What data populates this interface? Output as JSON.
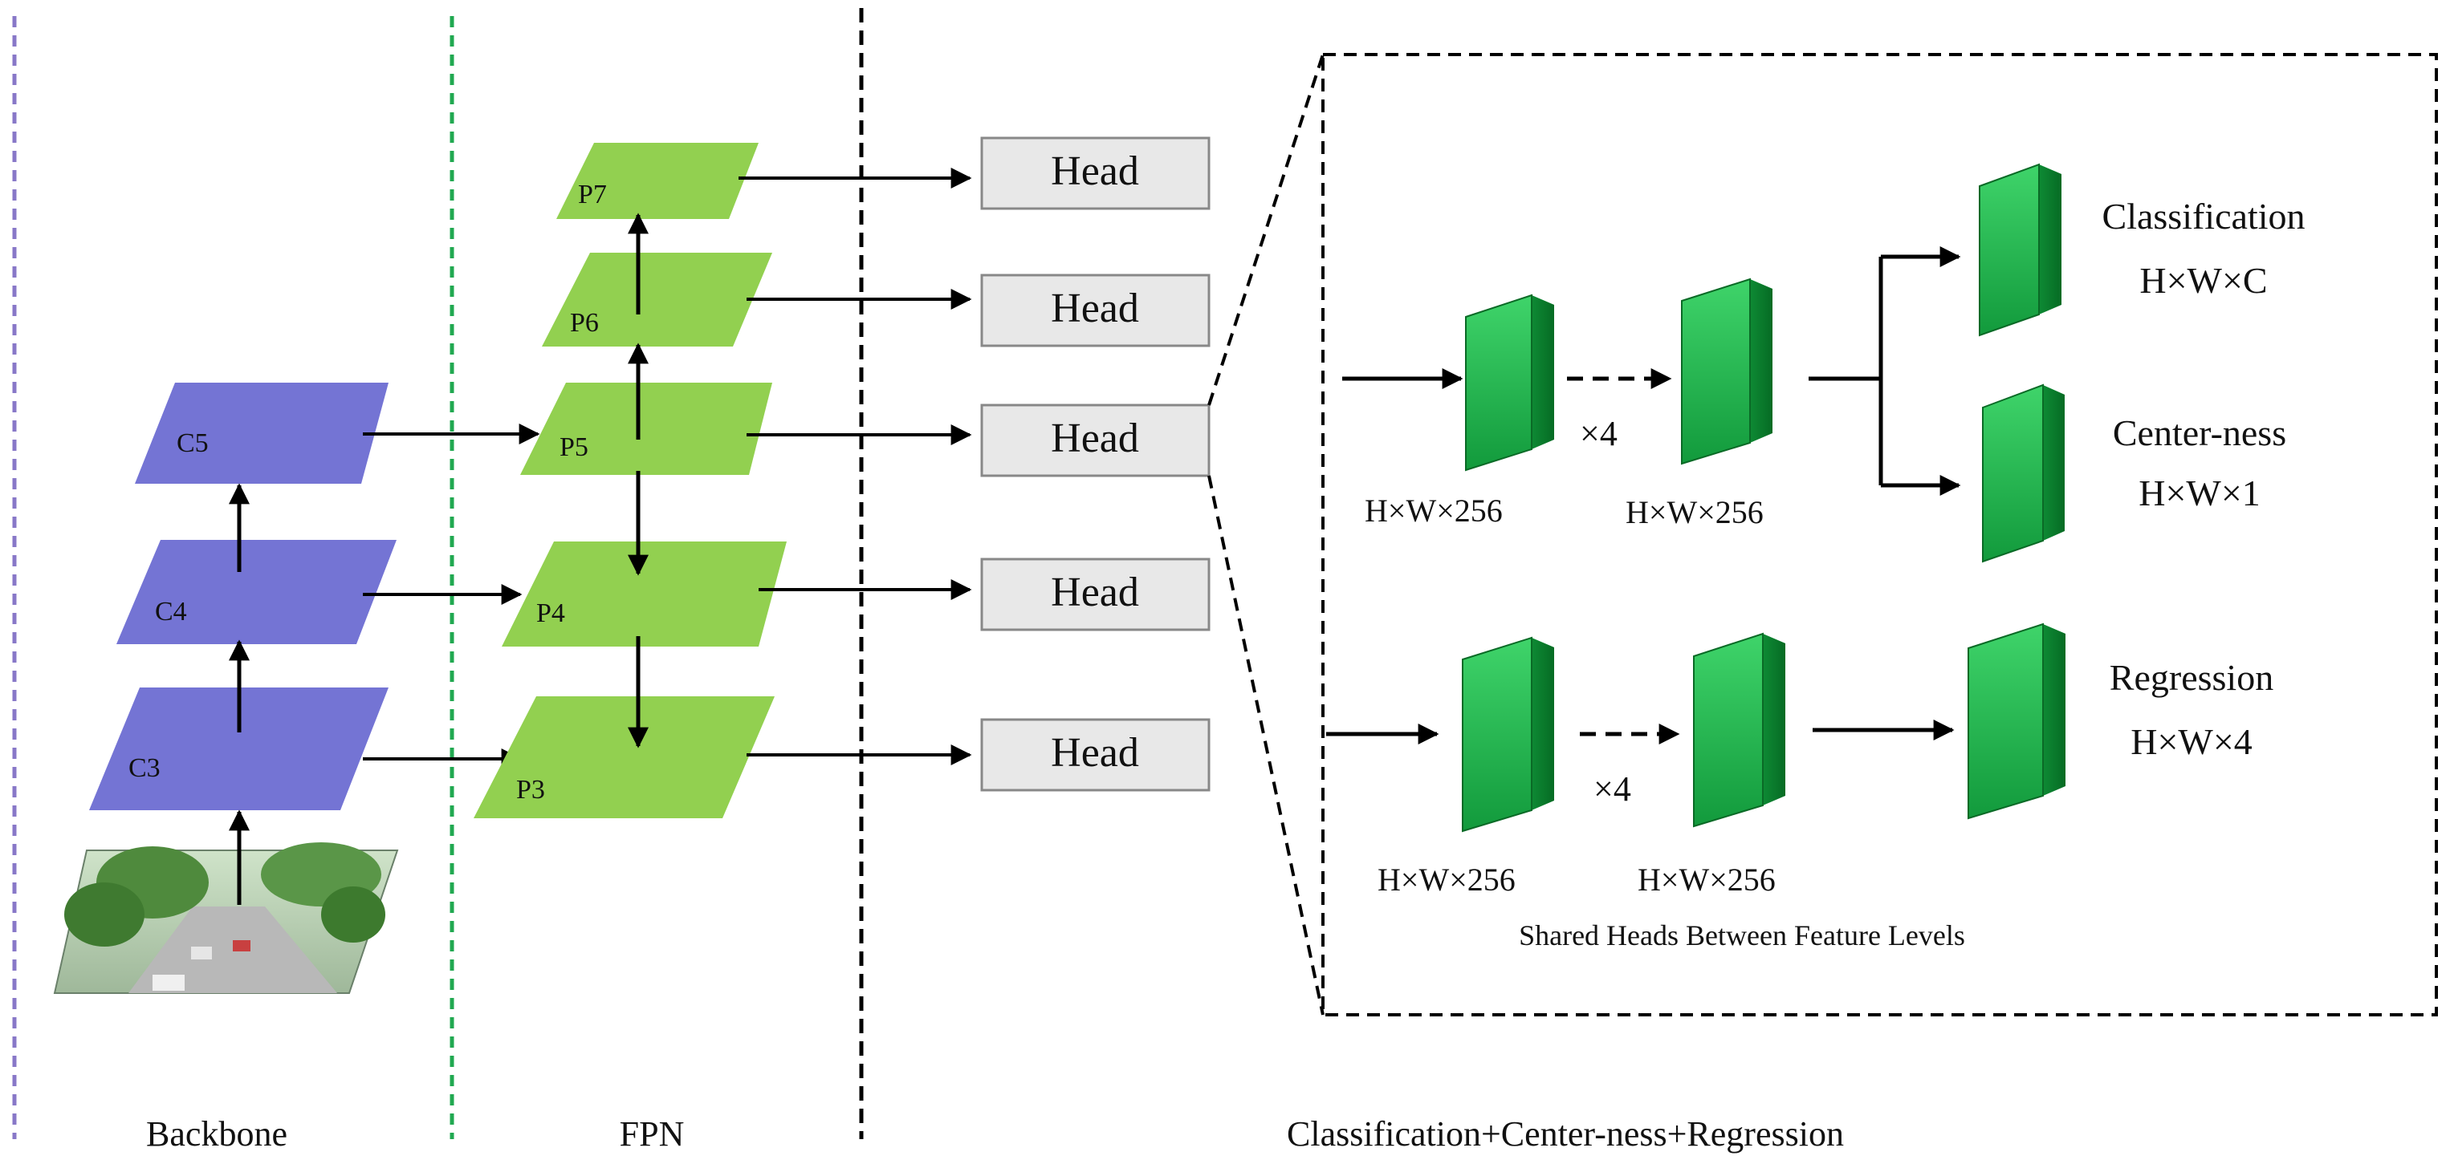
{
  "sections": {
    "backbone": "Backbone",
    "fpn": "FPN",
    "heads": "Classification+Center-ness+Regression"
  },
  "backbone": {
    "levels": [
      "C3",
      "C4",
      "C5"
    ],
    "input": "street-scene-image"
  },
  "fpn": {
    "levels": [
      "P3",
      "P4",
      "P5",
      "P6",
      "P7"
    ]
  },
  "head_label": "Head",
  "detail": {
    "dim_256": "H×W×256",
    "times4": "×4",
    "classification": {
      "title": "Classification",
      "shape": "H×W×C"
    },
    "centerness": {
      "title": "Center-ness",
      "shape": "H×W×1"
    },
    "regression": {
      "title": "Regression",
      "shape": "H×W×4"
    },
    "caption": "Shared Heads Between Feature Levels"
  },
  "colors": {
    "backbone_layer": "#7474d4",
    "fpn_layer": "#92d050",
    "head_box": "#e8e8e8",
    "feature_block_front": "#1fa84a",
    "feature_block_side": "#0b7a2c",
    "divider_backbone": "#8878c8",
    "divider_fpn": "#20a850"
  }
}
